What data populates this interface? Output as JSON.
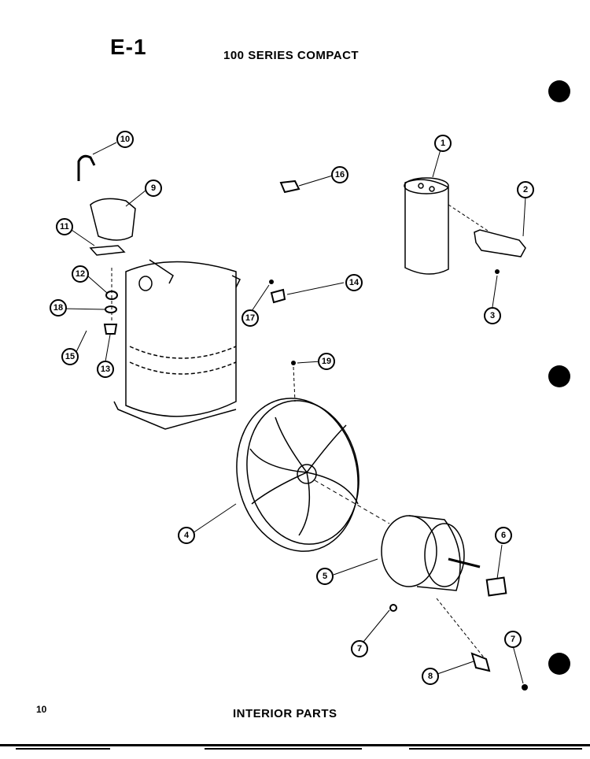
{
  "header": {
    "page_id": "E-1",
    "series_title": "100 SERIES COMPACT"
  },
  "footer": {
    "page_number": "10",
    "section_title": "INTERIOR PARTS"
  },
  "callouts": [
    "1",
    "2",
    "3",
    "4",
    "5",
    "6",
    "7",
    "7",
    "8",
    "9",
    "10",
    "11",
    "12",
    "13",
    "14",
    "15",
    "16",
    "17",
    "18",
    "19"
  ]
}
